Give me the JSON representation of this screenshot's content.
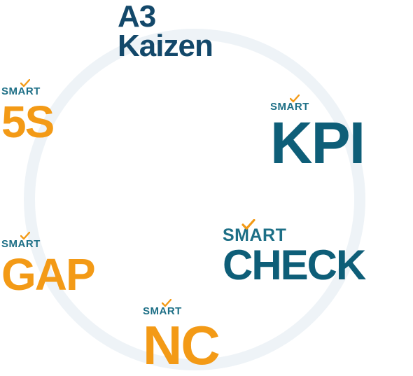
{
  "colors": {
    "teal": "#0e5e78",
    "orange": "#f39a16",
    "navy": "#13486a",
    "smart_text": "#1d6f86",
    "checkmark": "#f39a16",
    "ring": "#eef3f7"
  },
  "a3": {
    "line1": "A3",
    "line2": "Kaizen"
  },
  "fives": {
    "brand": "SMART",
    "title": "5S"
  },
  "kpi": {
    "brand": "SMART",
    "title": "KPI"
  },
  "gap": {
    "brand": "SMART",
    "title": "GAP"
  },
  "check": {
    "brand": "SMART",
    "title": "CHECK"
  },
  "nc": {
    "brand": "SMART",
    "title": "NC"
  },
  "icons": {
    "checkmark": "checkmark-icon",
    "ring": "cycle-ring"
  }
}
